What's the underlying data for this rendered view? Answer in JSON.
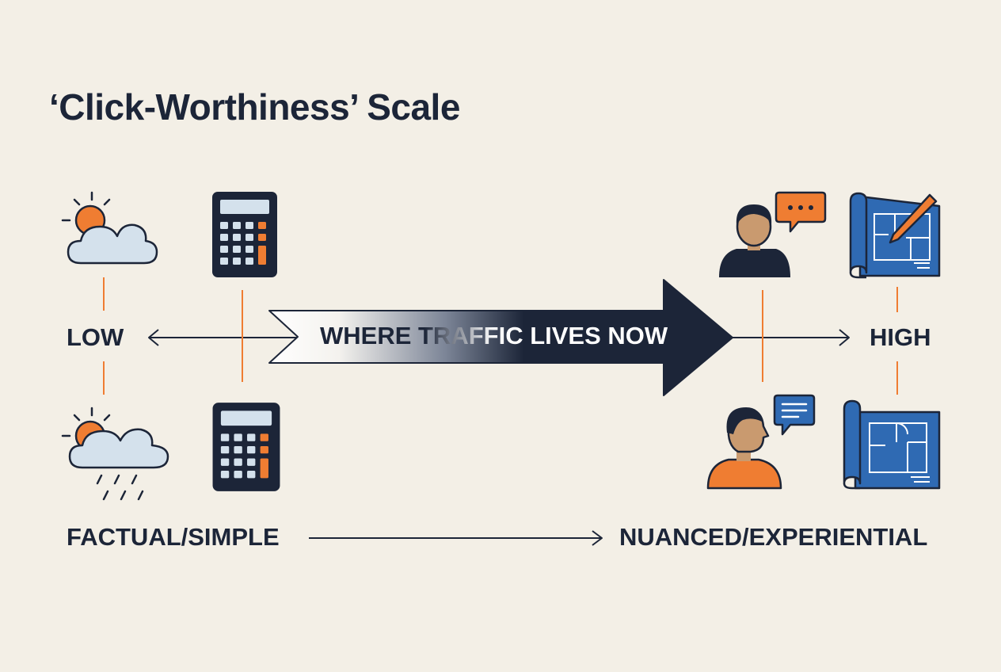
{
  "title": "‘Click-Worthiness’ Scale",
  "scale": {
    "low_label": "LOW",
    "high_label": "HIGH",
    "band_label": "WHERE TRAFFIC LIVES NOW"
  },
  "spectrum": {
    "left_label": "FACTUAL/SIMPLE",
    "right_label": "NUANCED/EXPERIENTIAL"
  },
  "icons": {
    "low_top": [
      "weather-sun-cloud-icon",
      "calculator-icon"
    ],
    "low_bottom": [
      "weather-sun-cloud-rain-icon",
      "calculator-icon"
    ],
    "high_top": [
      "person-chat-icon",
      "blueprint-pencil-icon"
    ],
    "high_bottom": [
      "person-profile-chat-icon",
      "blueprint-icon"
    ]
  },
  "colors": {
    "background": "#f3efe6",
    "navy": "#1c2538",
    "orange": "#ef7d32",
    "blue": "#2f6ab3",
    "cloud": "#d4e1ec"
  }
}
